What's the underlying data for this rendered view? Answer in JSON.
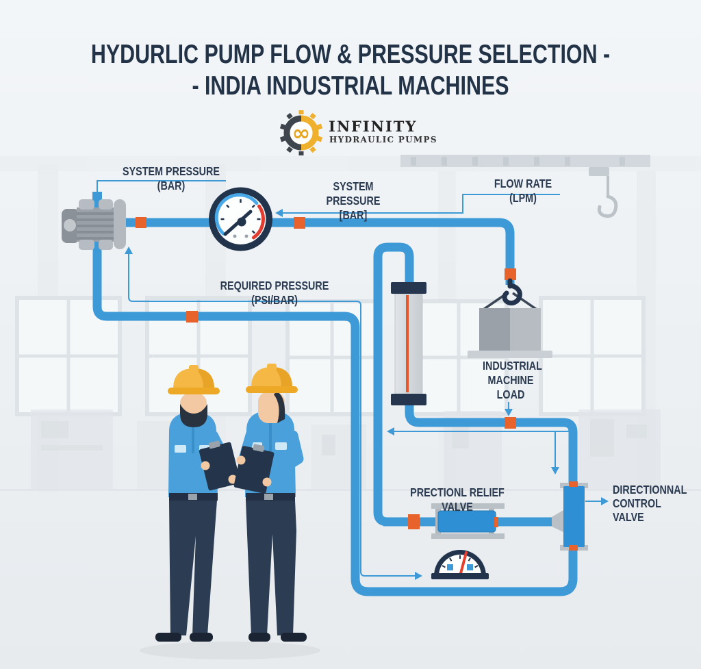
{
  "title": {
    "line1": "HYDURLIC PUMP FLOW & PRESSURE SELECTION -",
    "line2": "- INDIA INDUSTRIAL MACHINES"
  },
  "logo": {
    "brand": "INFINITY",
    "tagline": "HYDRAULIC PUMPS",
    "infinity_symbol": "∞"
  },
  "labels": {
    "system_pressure_left": "SYSTEM PRESSURE (BAR)",
    "system_pressure_center": "SYSTEM PRESSURE\n[BAR]",
    "flow_rate": "FLOW RATE (LPM)",
    "required_pressure": "REQUIRED PRESSURE (PSI/BAR)",
    "industrial_machine_load": "INDUSTRIAL\nMACHINE\nLOAD",
    "relief_valve": "PRECTIONL RELIEF VALVE",
    "directional_control_valve": "DIRECTIONNAL\nCONTROL VALVE"
  },
  "icons": {
    "logo": "gear-infinity-icon",
    "pump": "hydraulic-pump-icon",
    "gauge": "pressure-gauge-icon",
    "cylinder": "hydraulic-cylinder-icon",
    "hook": "crane-hook-icon",
    "load": "load-cube-icon",
    "relief_valve": "relief-valve-icon",
    "directional_valve": "directional-control-valve-icon",
    "mini_gauge": "mini-gauge-icon",
    "people": "engineers-icon"
  },
  "colors": {
    "pipe_blue": "#3D9AD6",
    "connector_orange": "#E8632C",
    "navy": "#233347",
    "valve_blue": "#2E8FD4",
    "gauge_red": "#E23B30",
    "gauge_blue_arc": "#49A8E8",
    "logo_gold": "#EFB02E",
    "shirt_blue": "#4AA0DA",
    "hat_yellow": "#F5B845"
  }
}
